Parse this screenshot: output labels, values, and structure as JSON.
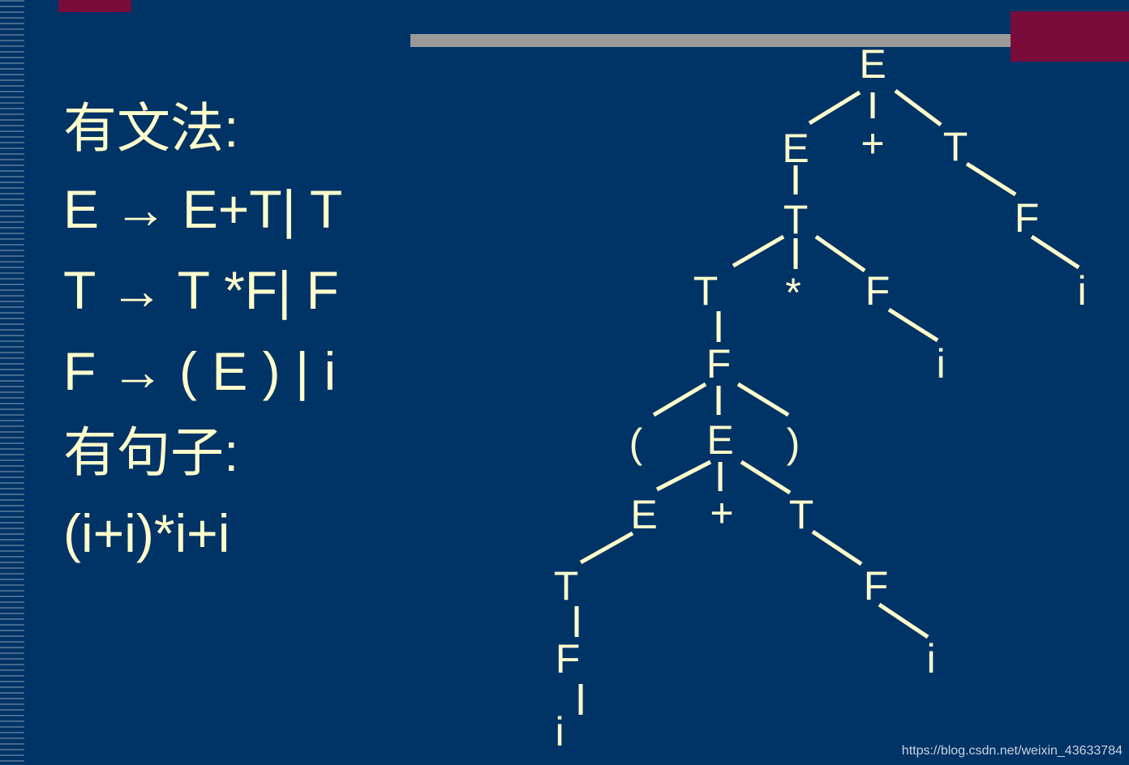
{
  "colors": {
    "background": "#003366",
    "text": "#ffffcc",
    "accent": "#7a0c3a",
    "bar": "#9a9a9a"
  },
  "grammar": {
    "heading": "有文法:",
    "rule1": "E → E+T| T",
    "rule2": "T → T *F| F",
    "rule3": "F → ( E ) | i",
    "sentence_heading": "有句子:",
    "sentence": "(i+i)*i+i"
  },
  "tree_nodes": [
    {
      "id": "n1",
      "label": "E"
    },
    {
      "id": "n2",
      "label": "E"
    },
    {
      "id": "n3",
      "label": "+"
    },
    {
      "id": "n4",
      "label": "T"
    },
    {
      "id": "n5",
      "label": "T"
    },
    {
      "id": "n6",
      "label": "F"
    },
    {
      "id": "n7",
      "label": "T"
    },
    {
      "id": "n8",
      "label": "*"
    },
    {
      "id": "n9",
      "label": "F"
    },
    {
      "id": "n10",
      "label": "i"
    },
    {
      "id": "n11",
      "label": "F"
    },
    {
      "id": "n12",
      "label": "i"
    },
    {
      "id": "n13",
      "label": "("
    },
    {
      "id": "n14",
      "label": "E"
    },
    {
      "id": "n15",
      "label": ")"
    },
    {
      "id": "n16",
      "label": "E"
    },
    {
      "id": "n17",
      "label": "+"
    },
    {
      "id": "n18",
      "label": "T"
    },
    {
      "id": "n19",
      "label": "T"
    },
    {
      "id": "n20",
      "label": "F"
    },
    {
      "id": "n21",
      "label": "F"
    },
    {
      "id": "n22",
      "label": "i"
    },
    {
      "id": "n23",
      "label": "i"
    }
  ],
  "watermark": "https://blog.csdn.net/weixin_43633784"
}
